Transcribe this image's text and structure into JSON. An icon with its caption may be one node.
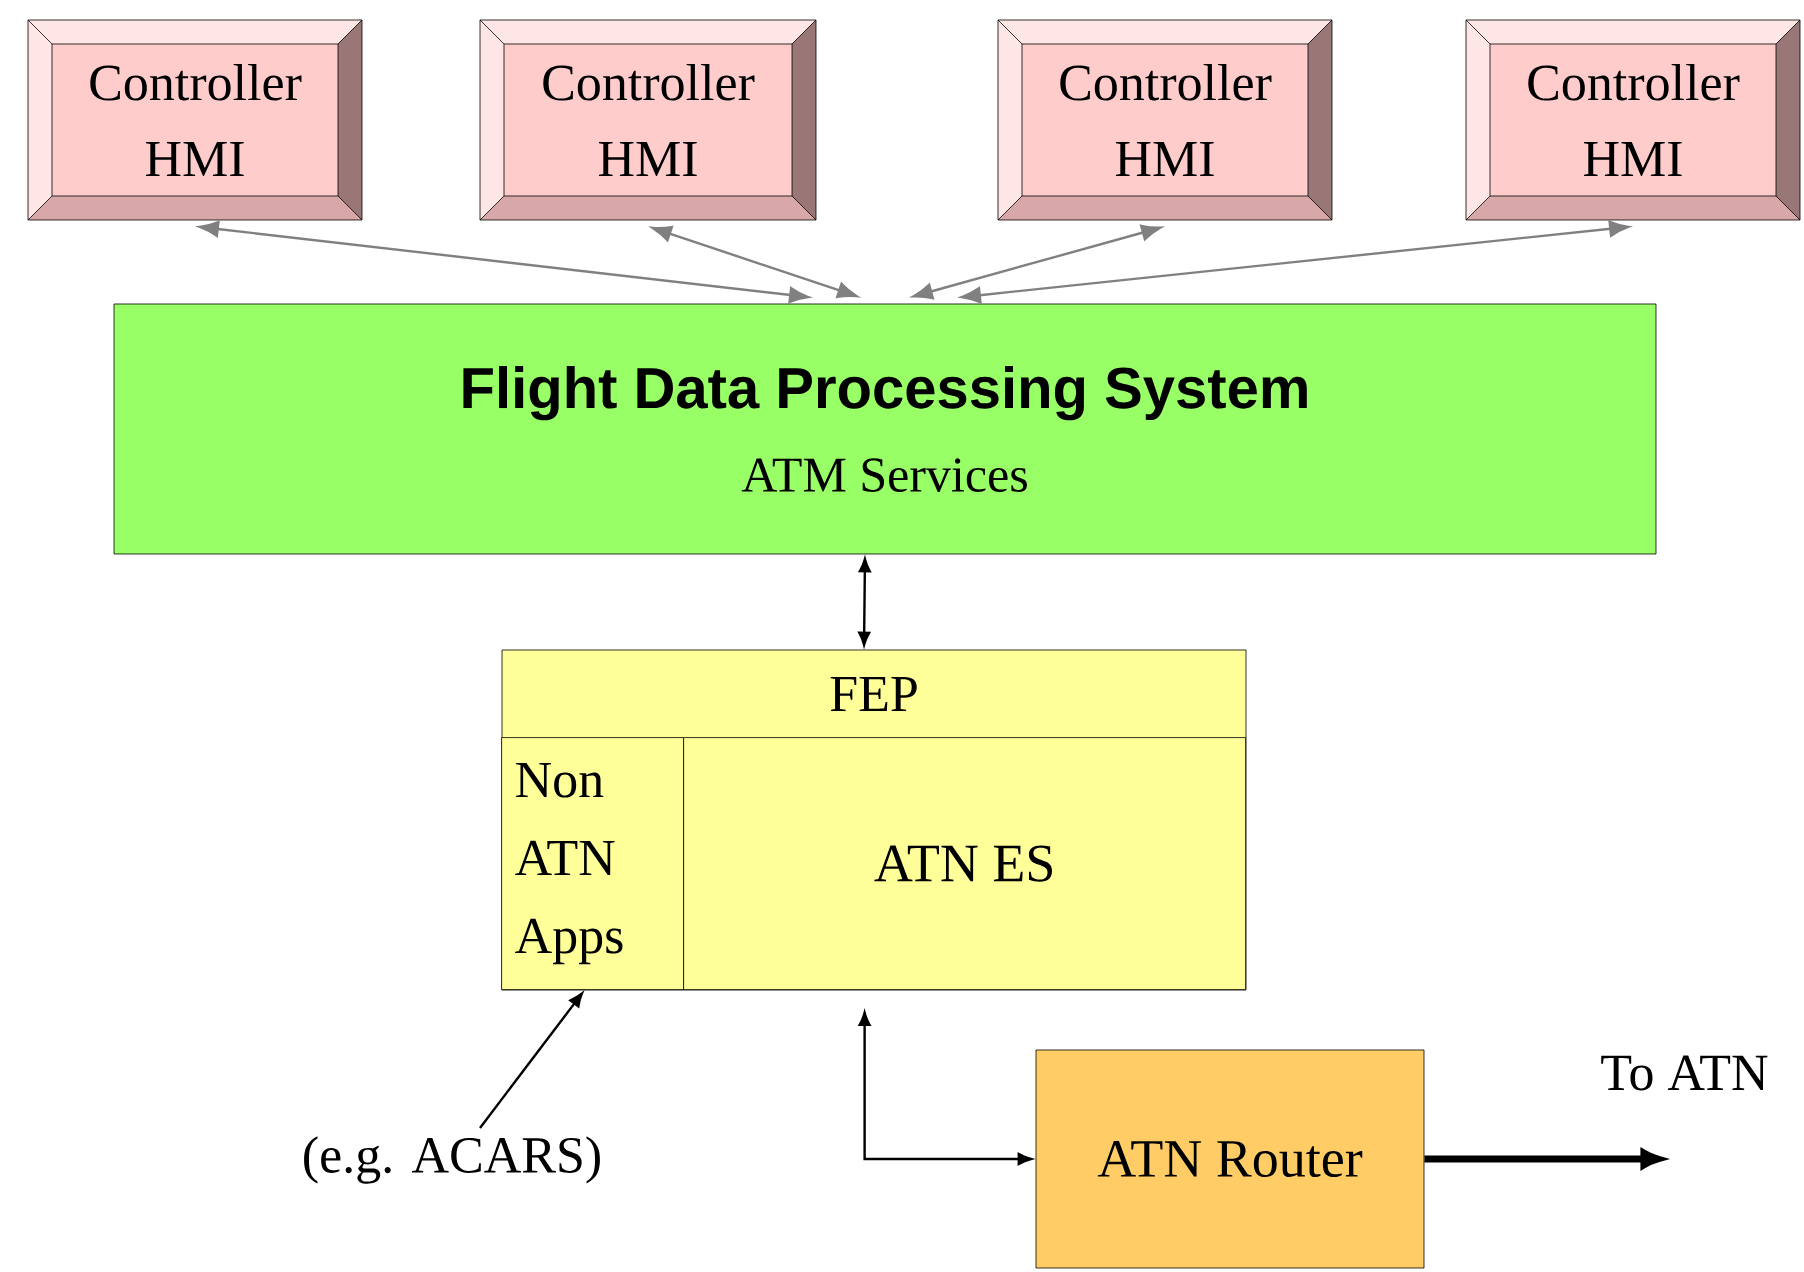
{
  "diagram": {
    "nodes": [
      {
        "text": [
          "Controller HMI"
        ]
      },
      {
        "text": [
          "Controller HMI"
        ]
      },
      {
        "text": [
          "Controller HMI"
        ]
      },
      {
        "text": [
          "Controller HMI"
        ]
      },
      {
        "text": [
          "Flight Data Processing System",
          "ATM Services"
        ]
      },
      {
        "text": [
          "FEP"
        ]
      },
      {
        "text": [
          "Non ATN Apps"
        ],
        "in": 5
      },
      {
        "text": [
          "ATN ES"
        ],
        "in": 5
      },
      {
        "text": [
          "(e.g. ACARS)"
        ]
      },
      {
        "text": [
          "ATN Router"
        ]
      }
    ],
    "edges": [
      {
        "from": 4,
        "to": 0,
        "arrow": "both",
        "color": "#808080"
      },
      {
        "from": 4,
        "to": 1,
        "arrow": "both",
        "color": "#808080"
      },
      {
        "from": 4,
        "to": 2,
        "arrow": "both",
        "color": "#808080"
      },
      {
        "from": 4,
        "to": 3,
        "arrow": "both",
        "color": "#808080"
      },
      {
        "from": 4,
        "to": 5,
        "arrow": "both",
        "color": "#000000"
      },
      {
        "from": 8,
        "to": 6,
        "arrow": "to",
        "color": "#000000"
      },
      {
        "from": 7,
        "to": 9,
        "arrow": "both",
        "color": "#000000"
      },
      {
        "from": 9,
        "to": null,
        "arrow": "to",
        "style": "thick",
        "color": "#000000",
        "label": "To ATN"
      }
    ]
  }
}
